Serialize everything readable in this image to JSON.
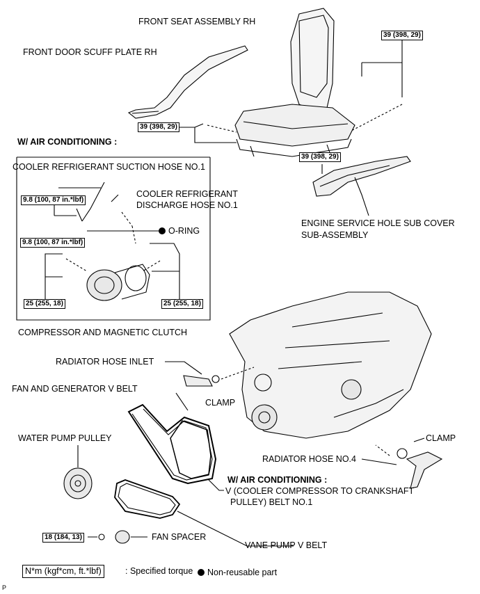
{
  "labels": {
    "front_seat": "FRONT SEAT ASSEMBLY RH",
    "scuff_plate": "FRONT DOOR SCUFF PLATE RH",
    "w_air_conditioning_1": "W/ AIR CONDITIONING :",
    "suction_hose": "COOLER REFRIGERANT SUCTION HOSE NO.1",
    "discharge_hose_1": "COOLER REFRIGERANT",
    "discharge_hose_2": "DISCHARGE HOSE NO.1",
    "o_ring": "O-RING",
    "compressor": "COMPRESSOR AND MAGNETIC CLUTCH",
    "engine_cover_1": "ENGINE SERVICE HOLE SUB COVER",
    "engine_cover_2": "SUB-ASSEMBLY",
    "radiator_inlet": "RADIATOR HOSE INLET",
    "clamp_1": "CLAMP",
    "fan_belt": "FAN AND GENERATOR V BELT",
    "water_pump": "WATER PUMP PULLEY",
    "clamp_2": "CLAMP",
    "radiator_no4": "RADIATOR HOSE NO.4",
    "w_air_conditioning_2": "W/ AIR CONDITIONING :",
    "v_belt_1": "V (COOLER COMPRESSOR TO CRANKSHAFT",
    "v_belt_2": "PULLEY) BELT NO.1",
    "fan_spacer": "FAN SPACER",
    "vane_pump": "VANE PUMP V BELT"
  },
  "torques": {
    "seat_top": "39 (398, 29)",
    "seat_left": "39 (398, 29)",
    "cover": "39 (398, 29)",
    "suction": "9.8 (100, 87 in.*lbf)",
    "discharge": "9.8 (100, 87 in.*lbf)",
    "comp_left": "25 (255, 18)",
    "comp_right": "25 (255, 18)",
    "fan": "18 (184, 13)"
  },
  "legend": {
    "torque_unit": "N*m (kgf*cm, ft.*lbf)",
    "torque_text": ": Specified torque",
    "nonreusable": "Non-reusable part"
  },
  "corner_mark": "P"
}
